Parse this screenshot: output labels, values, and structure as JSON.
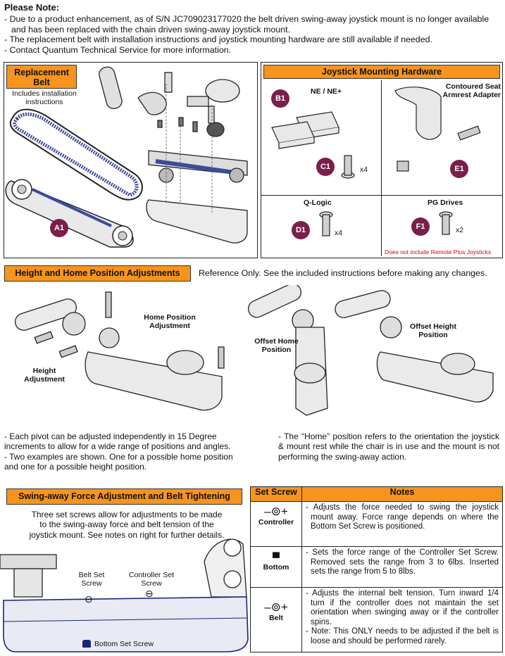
{
  "please_note": {
    "title": "Please Note:",
    "lines": [
      "- Due to a product enhancement, as of S/N JC709023177020 the belt driven swing-away joystick mount is no longer available and has been replaced with the chain driven swing-away joystick mount.",
      "- The replacement belt with installation instructions and joystick mounting hardware are still available if needed.",
      "- Contact Quantum Technical Service for more information."
    ]
  },
  "replacement_belt": {
    "title": "Replacement Belt",
    "subtitle": "Includes installation instructions",
    "badge": "A1"
  },
  "joystick_hardware": {
    "title": "Joystick Mounting Hardware",
    "ne_label": "NE / NE+",
    "contoured_label": "Contoured Seat Armrest Adapter",
    "qlogic_label": "Q-Logic",
    "pg_label": "PG Drives",
    "pg_note": "Does not include Remote Plus Joysticks",
    "badges": {
      "b1": "B1",
      "c1": "C1",
      "d1": "D1",
      "e1": "E1",
      "f1": "F1"
    },
    "qty": {
      "c1": "x4",
      "d1": "x4",
      "f1": "x2"
    }
  },
  "height_home": {
    "title": "Height and Home Position Adjustments",
    "reference": "Reference Only. See the included instructions before making any changes.",
    "labels": {
      "home_adj": "Home Position Adjustment",
      "height_adj": "Height Adjustment",
      "offset_home": "Offset Home Position",
      "offset_height": "Offset Height Position"
    },
    "left_text": [
      "- Each pivot can be adjusted independently in 15 Degree increments to allow for a wide range of positions and angles.",
      "- Two examples are shown. One for a possible home position and one for a possible height position."
    ],
    "right_text": "- The “Home” position refers to the orientation the joystick & mount rest while the chair is in use and the mount is not performing the swing-away action."
  },
  "swing_away": {
    "title": "Swing-away Force Adjustment and Belt Tightening",
    "description": "Three set screws allow for adjustments to be made to the swing-away force and belt tension of the joystick mount. See notes on right for further details.",
    "belt_label": "Belt Set Screw",
    "controller_label": "Controller Set Screw",
    "bottom_label": "Bottom Set Screw"
  },
  "set_screw_table": {
    "headers": [
      "Set Screw",
      "Notes"
    ],
    "rows": [
      {
        "name": "Controller",
        "note": "- Adjusts the force needed to swing the joystick mount away. Force range depends on where the Bottom Set Screw is positioned."
      },
      {
        "name": "Bottom",
        "note": "- Sets the force range of the Controller Set Screw. Removed sets the range from 3 to 6lbs. Inserted sets the range from 5 to 8lbs."
      },
      {
        "name": "Belt",
        "note1": "- Adjusts the internal belt tension. Turn inward 1/4 turn if the controller does not maintain the set orientation when swinging away or if the controller spins.",
        "note2": "- Note: This ONLY needs to be adjusted if the belt is loose and should be performed rarely."
      }
    ]
  }
}
